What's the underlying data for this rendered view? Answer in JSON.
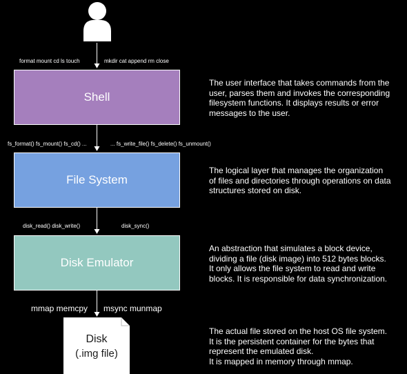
{
  "colors": {
    "background": "#000000",
    "shell": "#a57fbd",
    "filesystem": "#76a1e0",
    "disk_emulator": "#93c8bf",
    "disk_file": "#ffffff"
  },
  "icons": {
    "user": "user-icon"
  },
  "user_commands": {
    "left": "format  mount  cd  ls  touch",
    "right": "mkdir  cat  append  rm  close"
  },
  "shell": {
    "label": "Shell",
    "description": [
      "The user interface that takes commands from the",
      "user, parses them and invokes the corresponding",
      "filesystem functions. It displays results or error",
      "messages to the user."
    ]
  },
  "fs_calls": {
    "left": "fs_format()  fs_mount()  fs_cd()  ...",
    "right": "...  fs_write_file()  fs_delete()  fs_unmount()"
  },
  "filesystem": {
    "label": "File System",
    "description": [
      "The logical layer that manages the organization",
      "of files and directories through operations on data",
      "structures stored on disk."
    ]
  },
  "disk_calls": {
    "left": "disk_read()  disk_write()",
    "right": "disk_sync()"
  },
  "disk_emulator": {
    "label": "Disk Emulator",
    "description": [
      "An abstraction that simulates a block device,",
      "dividing a file (disk image) into 512 bytes blocks.",
      "It only allows the file system to read and write",
      "blocks. It is responsible for data synchronization."
    ]
  },
  "os_calls": {
    "left": "mmap   memcpy",
    "right": "msync   munmap"
  },
  "disk": {
    "label": "Disk",
    "sublabel": "(.img file)",
    "description": [
      "The actual file stored on the host OS file system.",
      "It is the persistent container for the bytes that",
      "represent the emulated disk.",
      "It is mapped in memory through mmap."
    ]
  }
}
